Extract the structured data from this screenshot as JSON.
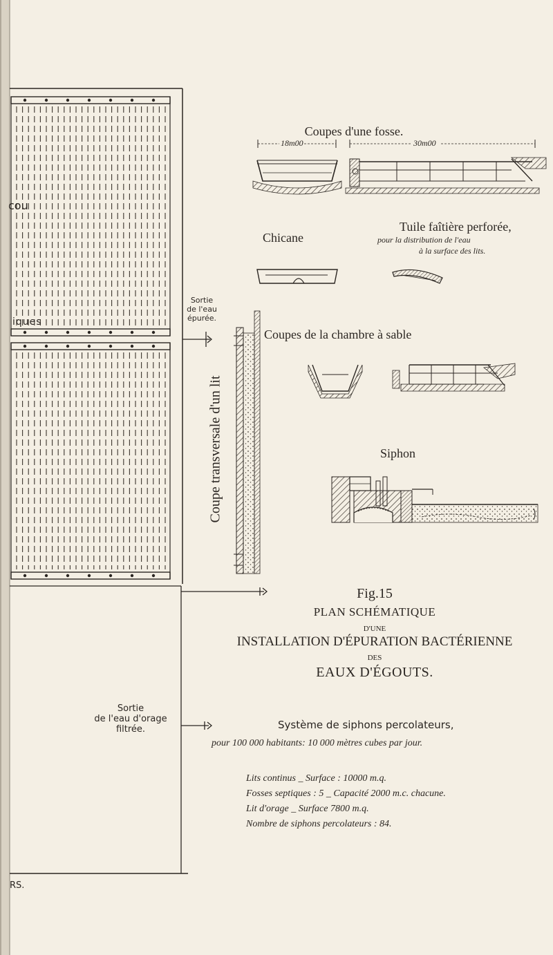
{
  "plan": {
    "clipped_label_top": "cou",
    "clipped_label_mid": "iques",
    "outlet_purified": [
      "Sortie",
      "de l'eau",
      "épurée."
    ],
    "outlet_storm": [
      "Sortie",
      "de l'eau d'orage",
      "filtrée."
    ],
    "clipped_label_bottom": "RS."
  },
  "fosse": {
    "title": "Coupes d'une fosse.",
    "dim_left": "18m00",
    "dim_right": "30m00"
  },
  "chicane": {
    "label": "Chicane"
  },
  "tuile": {
    "title": "Tuile faîtière perforée,",
    "caption_line1": "pour la distribution de l'eau",
    "caption_line2": "à la surface des lits."
  },
  "chambre": {
    "title": "Coupes de la chambre à sable"
  },
  "coupe_lit": {
    "label": "Coupe transversale d'un lit"
  },
  "siphon": {
    "label": "Siphon"
  },
  "legend": {
    "fig": "Fig.15",
    "heading1": "PLAN SCHÉMATIQUE",
    "heading2": "D'UNE",
    "heading3": "INSTALLATION D'ÉPURATION BACTÉRIENNE",
    "heading4": "DES",
    "heading5": "EAUX D'ÉGOUTS.",
    "system_line1": "Système de siphons percolateurs,",
    "system_line2": "pour 100 000 habitants: 10 000 mètres cubes par jour.",
    "specs": [
      "Lits continus _ Surface : 10000 m.q.",
      "Fosses septiques : 5 _ Capacité 2000 m.c. chacune.",
      "Lit d'orage _ Surface 7800 m.q.",
      "Nombre de siphons percolateurs : 84."
    ]
  }
}
